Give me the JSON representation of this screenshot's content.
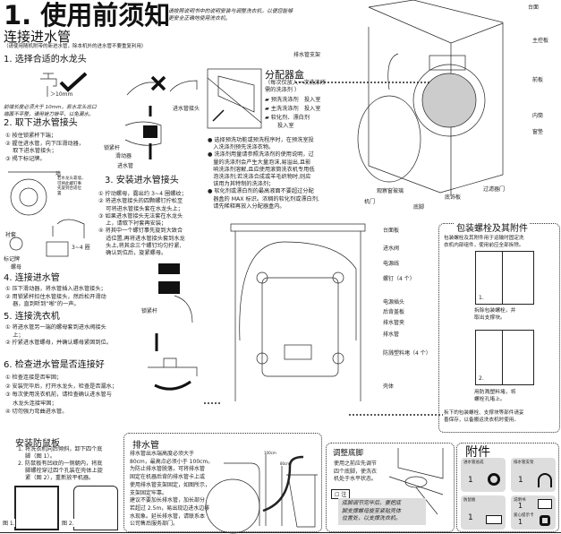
{
  "header": {
    "title": "1. 使用前须知",
    "subtitle_1": "请按照说明书中的说明安装与调整洗衣机，以便您能够",
    "subtitle_2": "更安全正确地使用洗衣机。"
  },
  "inlet": {
    "title": "连接进水管",
    "note": "（请使用随机附带的新进水管，除本机外的进水管不要重复利用）",
    "s1": {
      "title": "1. 选择合适的水龙头",
      "dim": "＞10mm",
      "note_1": "前端长度必须大于 10mm，若水龙头出口",
      "note_2": "端面不平整，请用锉刀锉平，以免漏水。"
    },
    "s2": {
      "title": "2. 取下进水管接头",
      "steps": [
        "① 按住锁紧杆下端；",
        "② 握住进水管，向下压滑动器，",
        "　 取下进水管接头；",
        "③ 揭下标记牌。"
      ],
      "labels": {
        "connector": "进水管接头",
        "lock": "锁紧杆",
        "slider": "滑动器",
        "hose": "进水管",
        "wall": "墙",
        "wall_note_1": "若水龙头靠墙，",
        "wall_note_2": "可将此螺钉事",
        "wall_note_3": "先旋到合适位",
        "wall_note_4": "置",
        "bushing": "衬套",
        "tag": "标记牌",
        "nut": "螺母",
        "turns": "3~4 圈"
      }
    },
    "s3": {
      "title": "3. 安装进水管接头",
      "steps": [
        "① 拧动螺母，露出约 3~4 圈螺纹；",
        "② 将进水管接头的四颗螺钉拧松至",
        "　 可将进水管接头套在水龙头上；",
        "③ 如果进水管接头无法套在水龙头",
        "　 上，请取下衬套再安装；",
        "④ 将其中一个螺钉事先旋到大致合",
        "　 适位置,再将进水管接头套到水龙",
        "　 头上,将其余三个螺钉均匀拧紧,",
        "　 确认到位后，旋紧螺母。"
      ]
    },
    "s4": {
      "title": "4. 连接进水管",
      "steps": [
        "① 压下滑动器，将水管插入进水管接头；",
        "② 用锁紧杆扣住水管接头，然后松开滑动",
        "　 器，直到听到“啪”的一声。"
      ],
      "lock": "锁紧杆"
    },
    "s5": {
      "title": "5. 连接洗衣机",
      "steps": [
        "① 将进水管另一端的螺母套到进水阀接头",
        "　 上；",
        "② 拧紧进水管螺母，并确认螺母紧固到位。"
      ]
    },
    "s6": {
      "title": "6. 检查进水管是否连接好",
      "steps": [
        "① 检查连接是否牢固；",
        "② 安装完毕后，打开水龙头，检查是否漏水；",
        "③ 每次使用洗衣机前，请检查确认进水管与",
        "　 水龙头连接牢固；",
        "④ 切勿强力弯曲进水管。"
      ]
    }
  },
  "dispenser": {
    "title": "分配器盒",
    "note_1": "（每次仅放入一次洗涤所",
    "note_2": "需的洗涤剂 ）",
    "items": [
      "预洗洗涤剂　投入室",
      "主洗洗涤剂　投入室",
      "软化剂、漂白剂"
    ],
    "item3_2": "投入室",
    "bullets": [
      [
        "选择预洗功能或预洗程序时，在预洗室投",
        "入洗涤剂预先洗涤衣物。"
      ],
      [
        "洗涤剂用量请参照洗涤剂的使用说明，过",
        "量的洗涤剂会产生大量泡沫,易溢出,且影",
        "响洗涤剂溶解,且应使用滚筒洗衣机专用低",
        "泡洗涤剂;若洗涤合成或羊毛织物时,则应",
        "该用为其特制的洗涤剂；"
      ],
      [
        "软化剂或漂白剂的最高液面不要超过分配",
        "器盒的 MAX 标识。浓稠的软化剂或漂白剂,",
        "请先稀释再放入分配器盒内。"
      ]
    ]
  },
  "front_labels": {
    "drain_bracket": "排水管支架",
    "top": "台面",
    "panel": "主控板",
    "front": "前板",
    "drum": "内筒",
    "gasket": "窗垫",
    "filter": "过滤器门",
    "trim": "底饰板",
    "foot": "底脚",
    "glass": "观察窗玻璃",
    "door": "机门"
  },
  "back_labels": [
    "台面板",
    "进水阀",
    "电源线",
    "螺钉（4 个）",
    "电源插头",
    "后背盖板",
    "排水管夹",
    "排水管",
    "防溅塑料堵（4 个）",
    "壳体"
  ],
  "package": {
    "title": "包装螺栓及其附件",
    "intro_1": "包装螺栓及其附件用于运输时固定洗",
    "intro_2": "衣机内部组件，使用前应全部拆除。",
    "fig1": "1.",
    "cap1_1": "拆除包装螺栓，并",
    "cap1_2": "取出支撑块。",
    "fig2": "2.",
    "cap2_1": "用防溅塑料堵，将",
    "cap2_2": "螺栓孔堵上。",
    "footer_1": "拆下的包装螺栓、支撑块等部件请妥",
    "footer_2": "善保存，以备搬运洗衣机时使用。"
  },
  "mouse_plate": {
    "title": "安装防鼠板",
    "steps": [
      "1. 将洗衣机向后倾斜，卸下四个底",
      "　 脚（图 1）。",
      "2. 防鼠板有凹纹的一侧朝内，将底",
      "　 脚螺栓穿过四个孔装在壳体上旋",
      "　 紧（图 2），重新放平机器。"
    ],
    "fig1": "图 1.",
    "fig2": "图 2."
  },
  "drain": {
    "title": "排水管",
    "lines": [
      "排水管出水端高度必须大于",
      "80cm，最高点必须小于 100cm。",
      "为防止排水管脱落，可将排水管",
      "固定在机器后背的排水管卡上或",
      "使用排水管支架固定，如图所示，",
      "支架固定牢靠。",
      "建议不要加长排水管，加长部分",
      "若超过 2.5m，易出现边进水边排",
      "水现象。延长排水管，请联系本",
      "公司售后服务部门。"
    ],
    "h100": "100cm",
    "h80": "80cm"
  },
  "feet": {
    "title": "调整底脚",
    "lines": [
      "使用之前应先调节",
      "四个底脚，使洗衣",
      "机处于水平状态。"
    ],
    "note_label": "注",
    "note": [
      "底脚调节完毕后，要把底",
      "脚支撑螺母旋至紧贴壳体",
      "位置处，以支撑洗衣机。"
    ]
  },
  "accessories": {
    "title": "附件",
    "items": [
      {
        "name": "进水管总成",
        "qty": "1"
      },
      {
        "name": "排水管支架",
        "qty": "1"
      },
      {
        "name": "防鼠板",
        "qty": "1"
      },
      {
        "name": "说明书",
        "qty": "1"
      }
    ],
    "card_name": "爱心提示卡",
    "card_qty": "1"
  }
}
